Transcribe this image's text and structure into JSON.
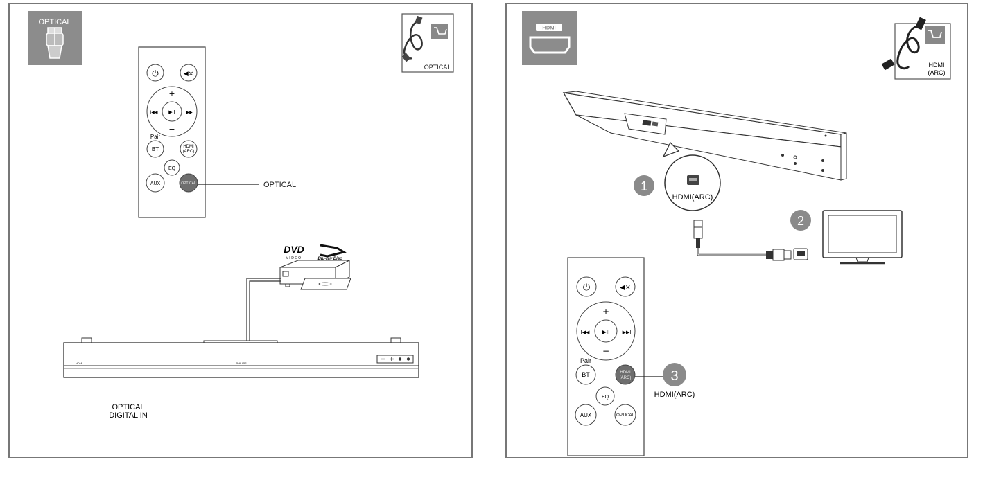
{
  "left": {
    "badge_label": "OPTICAL",
    "cable_label": "OPTICAL",
    "remote": {
      "pair_label": "Pair",
      "bt": "BT",
      "hdmi_line1": "HDMI",
      "hdmi_line2": "(ARC)",
      "eq": "EQ",
      "aux": "AUX",
      "optical": "OPTICAL",
      "plus": "+",
      "minus": "−",
      "play": "▶II",
      "prev": "I◀◀",
      "next": "▶▶I",
      "mute": "◀×",
      "power": "⏻"
    },
    "callout": "OPTICAL",
    "dvd_logo": "DVD",
    "dvd_sub": "VIDEO",
    "bluray_logo": "Blu-ray Disc",
    "soundbar_brand": "PHILIPS",
    "soundbar_hdmi": "HDMI",
    "input_label_line1": "OPTICAL",
    "input_label_line2": "DIGITAL IN"
  },
  "right": {
    "badge_label": "HDMI",
    "cable_label_line1": "HDMI",
    "cable_label_line2": "(ARC)",
    "step1": "1",
    "step2": "2",
    "step3": "3",
    "port_label": "HDMI(ARC)",
    "remote_label": "HDMI(ARC)",
    "remote": {
      "pair_label": "Pair",
      "bt": "BT",
      "hdmi_line1": "HDMI",
      "hdmi_line2": "(ARC)",
      "eq": "EQ",
      "aux": "AUX",
      "optical": "OPTICAL",
      "plus": "+",
      "minus": "−",
      "play": "▶II",
      "prev": "I◀◀",
      "next": "▶▶I",
      "mute": "◀×",
      "power": "⏻"
    }
  },
  "colors": {
    "badge_gray": "#8c8c8c",
    "step_gray": "#8a8a8a",
    "active_button": "#6e6e6e"
  }
}
